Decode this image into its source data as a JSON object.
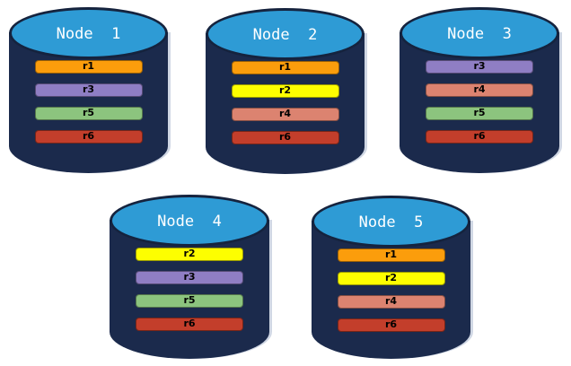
{
  "diagram": {
    "description": "Five database nodes, each storing four data replicas",
    "colors": {
      "canvas_bg": "#ffffff",
      "cylinder_body": "#1B2A4C",
      "cylinder_top": "#2E9BD5",
      "cylinder_edge": "#15233E",
      "edge_highlight": "#A9B7CE",
      "node_label_text": "#ffffff",
      "replica_label_text": "#000000"
    },
    "replica_colors": {
      "r1": "#FB9D0C",
      "r2": "#FDFE00",
      "r3": "#8F7EC4",
      "r4": "#DC8370",
      "r5": "#8CC47E",
      "r6": "#C33E2B"
    },
    "nodes": [
      {
        "label": "Node  1",
        "replicas": [
          "r1",
          "r3",
          "r5",
          "r6"
        ]
      },
      {
        "label": "Node  2",
        "replicas": [
          "r1",
          "r2",
          "r4",
          "r6"
        ]
      },
      {
        "label": "Node  3",
        "replicas": [
          "r3",
          "r4",
          "r5",
          "r6"
        ]
      },
      {
        "label": "Node  4",
        "replicas": [
          "r2",
          "r3",
          "r5",
          "r6"
        ]
      },
      {
        "label": "Node  5",
        "replicas": [
          "r1",
          "r2",
          "r4",
          "r6"
        ]
      }
    ]
  }
}
